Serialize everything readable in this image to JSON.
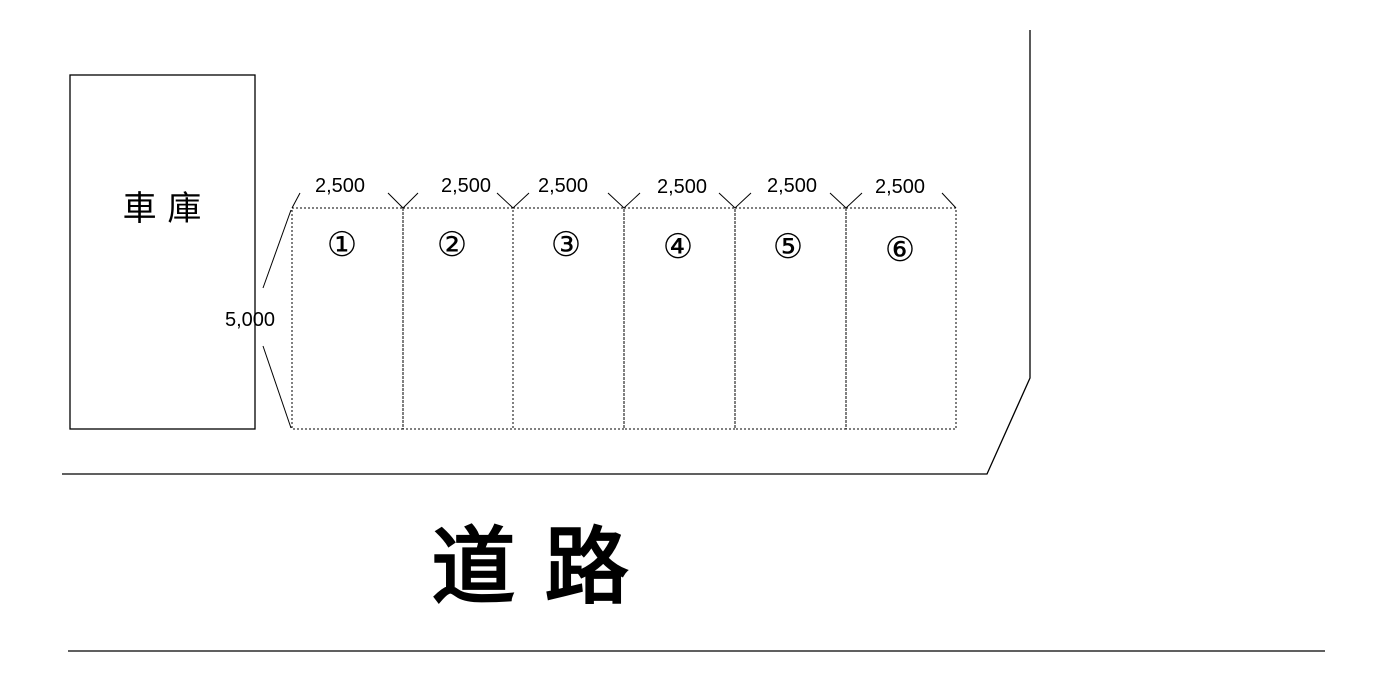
{
  "garage": {
    "label": "車 庫"
  },
  "road": {
    "label": "道 路"
  },
  "depth": {
    "label": "5,000"
  },
  "spaces": [
    {
      "number": "①",
      "width": "2,500"
    },
    {
      "number": "②",
      "width": "2,500"
    },
    {
      "number": "③",
      "width": "2,500"
    },
    {
      "number": "④",
      "width": "2,500"
    },
    {
      "number": "⑤",
      "width": "2,500"
    },
    {
      "number": "⑥",
      "width": "2,500"
    }
  ]
}
